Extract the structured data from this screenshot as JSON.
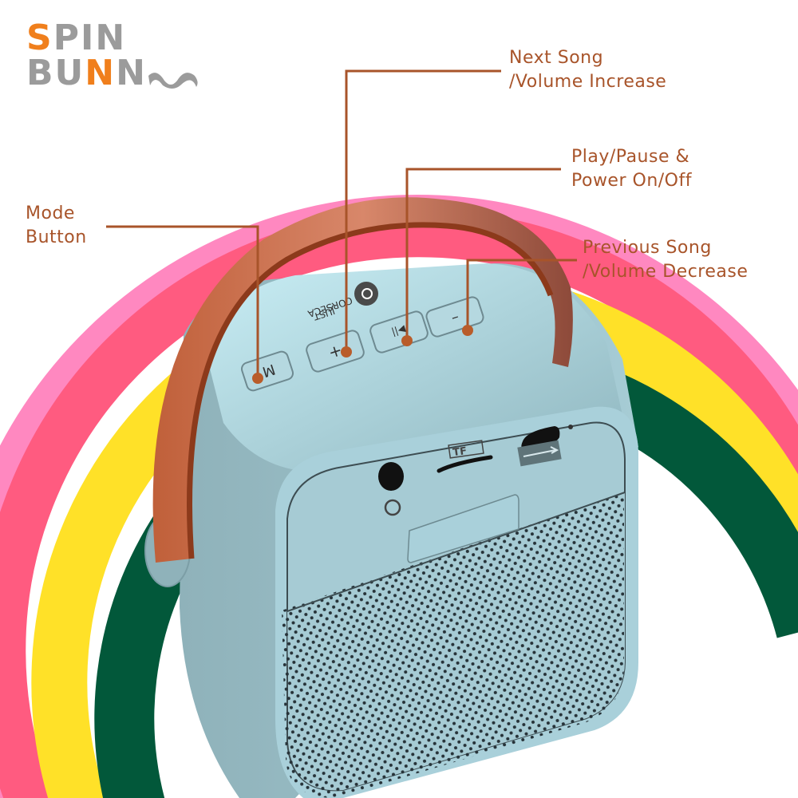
{
  "brand": {
    "line1_prefix": "",
    "line1_accent": "S",
    "line1_rest": "PIN",
    "line2_prefix": "BU",
    "line2_accent": "N",
    "line2_rest": "N",
    "accent_color": "#f07f1c",
    "gray_color": "#9b9b9b"
  },
  "device_logo": {
    "text_line1": "JUST",
    "text_line2": "CORSECA"
  },
  "callouts": [
    {
      "id": "mode",
      "line1": "Mode",
      "line2": "Button"
    },
    {
      "id": "next",
      "line1": "Next Song",
      "line2": "/Volume Increase"
    },
    {
      "id": "play",
      "line1": "Play/Pause &",
      "line2": "Power On/Off"
    },
    {
      "id": "prev",
      "line1": "Previous Song",
      "line2": "/Volume Decrease"
    }
  ],
  "buttons": [
    {
      "id": "mode",
      "glyph": "M"
    },
    {
      "id": "plus",
      "glyph": "+"
    },
    {
      "id": "play",
      "glyph": "▶||"
    },
    {
      "id": "minus",
      "glyph": "–"
    }
  ],
  "ports": {
    "tf_label": "TF",
    "usb_icon": "usb-icon",
    "aux_icon": "headphone-icon"
  },
  "colors": {
    "callout": "#a8542a",
    "body": "#a9d0da",
    "handle": "#b5532c",
    "rainbow": [
      "#ff88c0",
      "#ff5b80",
      "#ffe128",
      "#02583a"
    ]
  }
}
